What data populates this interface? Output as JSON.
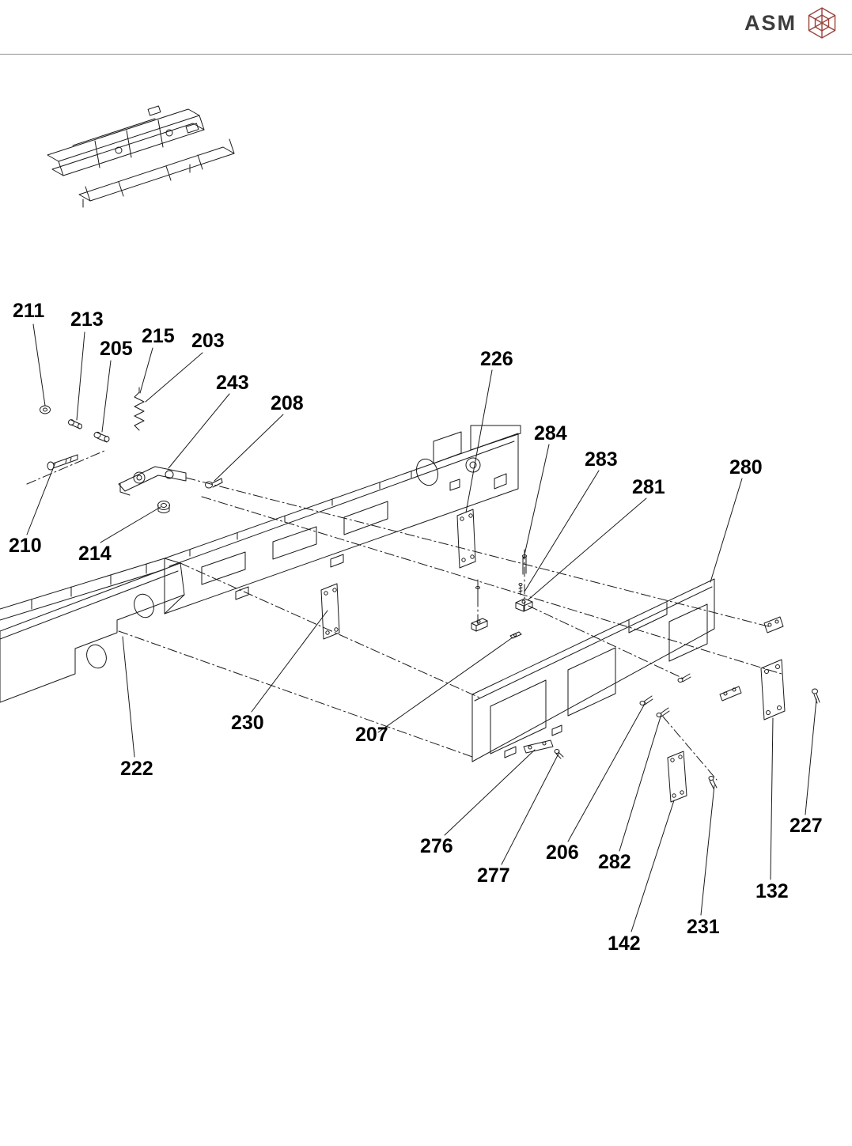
{
  "header": {
    "brand": "ASM",
    "logo_icon": "hexagon-gem-logo",
    "logo_color": "#99423a",
    "divider_color": "#8f8f8f"
  },
  "figure": {
    "kind": "exploded-parts-diagram",
    "line_color": "#1a1a1a",
    "part_labels": [
      {
        "number": "211"
      },
      {
        "number": "213"
      },
      {
        "number": "205"
      },
      {
        "number": "215"
      },
      {
        "number": "203"
      },
      {
        "number": "243"
      },
      {
        "number": "208"
      },
      {
        "number": "226"
      },
      {
        "number": "284"
      },
      {
        "number": "283"
      },
      {
        "number": "281"
      },
      {
        "number": "280"
      },
      {
        "number": "210"
      },
      {
        "number": "214"
      },
      {
        "number": "230"
      },
      {
        "number": "222"
      },
      {
        "number": "207"
      },
      {
        "number": "276"
      },
      {
        "number": "277"
      },
      {
        "number": "206"
      },
      {
        "number": "282"
      },
      {
        "number": "227"
      },
      {
        "number": "132"
      },
      {
        "number": "231"
      },
      {
        "number": "142"
      }
    ]
  }
}
